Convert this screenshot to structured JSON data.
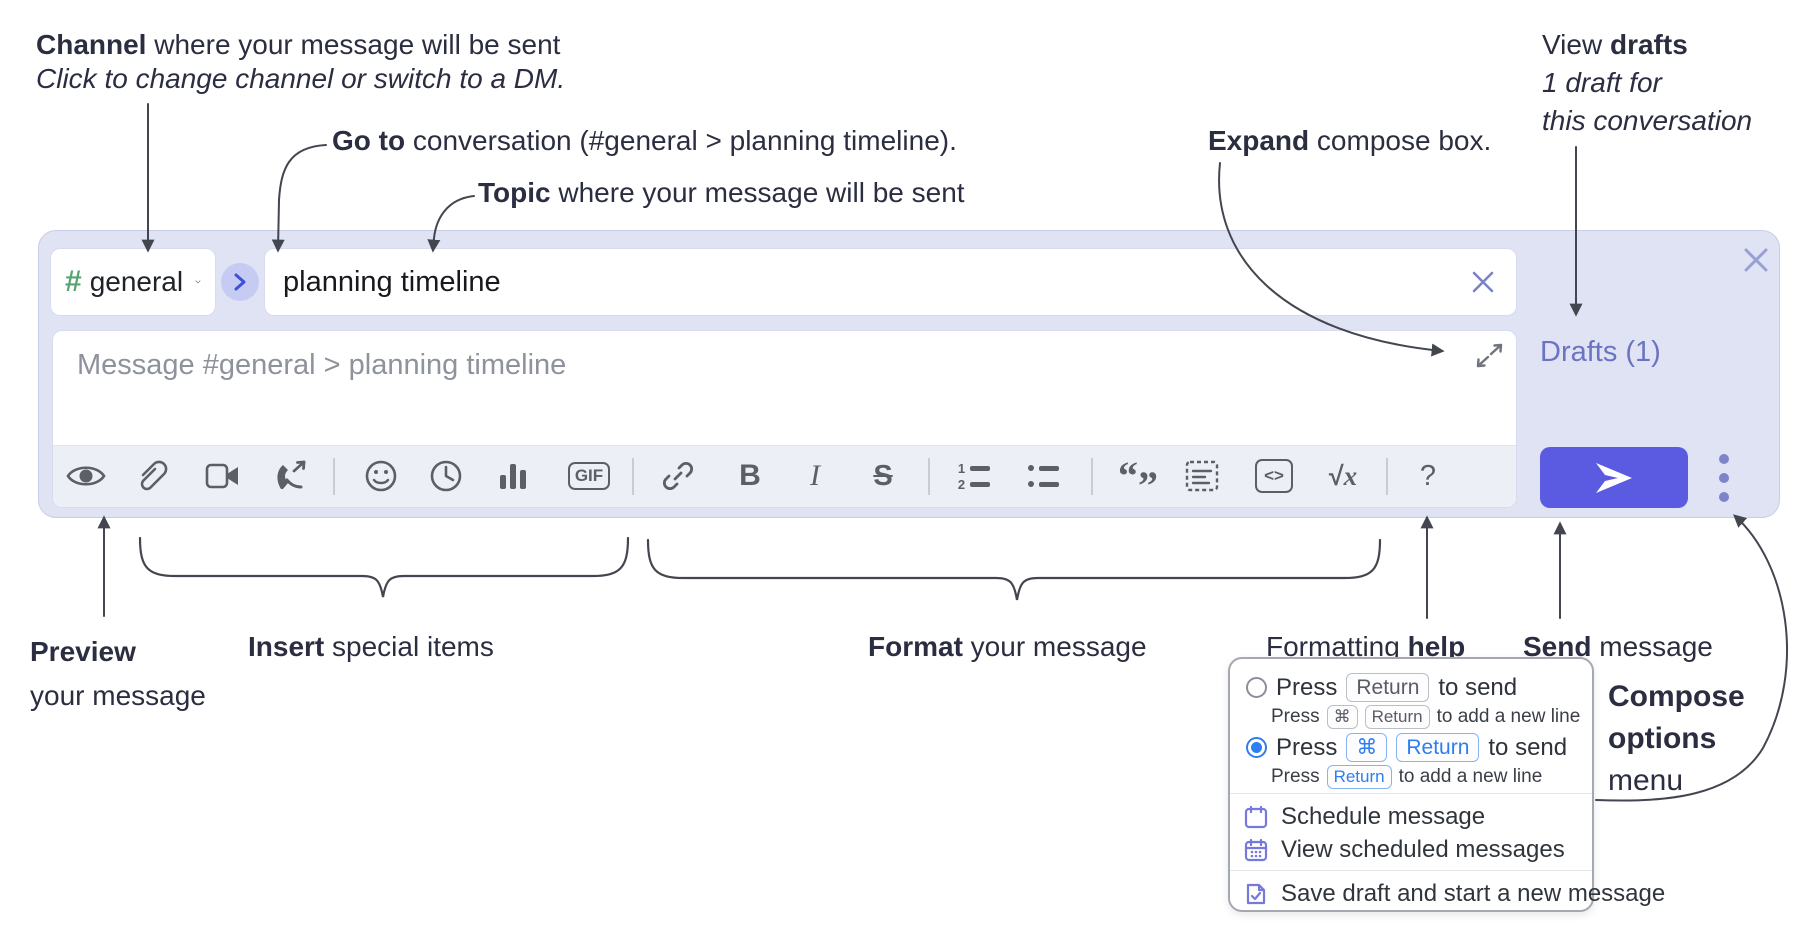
{
  "annotations": {
    "channel": {
      "bold": "Channel",
      "rest": " where your message will be sent",
      "sub": "Click to change channel or switch to a DM."
    },
    "goto": {
      "bold": "Go to",
      "rest": " conversation (#general > planning timeline)."
    },
    "topic": {
      "bold": "Topic",
      "rest": " where your message will be sent"
    },
    "expand": {
      "bold": "Expand",
      "rest": " compose box."
    },
    "drafts": {
      "pre": "View ",
      "bold": "drafts",
      "sub1": "1 draft for",
      "sub2": "this conversation"
    },
    "preview": {
      "bold": "Preview",
      "line2": "your message"
    },
    "insert": {
      "bold": "Insert",
      "rest": " special items"
    },
    "format": {
      "bold": "Format",
      "rest": " your message"
    },
    "formatting_help": {
      "pre": "Formatting ",
      "bold": "help"
    },
    "send": {
      "bold": "Send",
      "rest": " message"
    },
    "compose_options": {
      "line1": "Compose",
      "line2": "options",
      "line3": "menu"
    }
  },
  "composer": {
    "channel_selector": {
      "hash": "#",
      "label": "general"
    },
    "topic_input": {
      "value": "planning timeline"
    },
    "message_input": {
      "placeholder": "Message #general > planning timeline"
    },
    "drafts_link": "Drafts (1)",
    "toolbar_icons": [
      "preview-eye",
      "attach-paperclip",
      "video-call",
      "audio-call",
      "emoji",
      "recent",
      "poll-chart",
      "gif",
      "link",
      "bold",
      "italic",
      "strikethrough",
      "ordered-list",
      "bullet-list",
      "quote",
      "message-attachment",
      "code",
      "formula",
      "help"
    ],
    "glyphs": {
      "gif": "GIF",
      "bold": "B",
      "italic": "I",
      "strike": "S",
      "code": "<>",
      "sqrt_sign": "√",
      "sqrt_x": "x",
      "help": "?",
      "ol1": "1",
      "ol2": "2",
      "quote_open": "“",
      "quote_close": "”"
    }
  },
  "popup": {
    "option1": {
      "press": "Press",
      "key1": "Return",
      "suffix": "to send",
      "sub": {
        "press": "Press",
        "key1": "⌘",
        "key2": "Return",
        "suffix": "to add a new line"
      }
    },
    "option2": {
      "press": "Press",
      "key1": "⌘",
      "key2": "Return",
      "suffix": "to send",
      "sub": {
        "press": "Press",
        "key1": "Return",
        "suffix": "to add a new line"
      }
    },
    "items": {
      "schedule": "Schedule message",
      "view_scheduled": "View scheduled messages",
      "save_draft": "Save draft and start a new message"
    }
  },
  "colors": {
    "panel_bg": "#e0e3f3",
    "accent_send": "#5a5be1",
    "periwinkle_text": "#6b73c2",
    "hash_green": "#55a471",
    "blue_key": "#2e7ef0",
    "purple_icon": "#7678dd",
    "annotation_text": "#2b2e40",
    "toolbar_icon": "#5c6066"
  }
}
